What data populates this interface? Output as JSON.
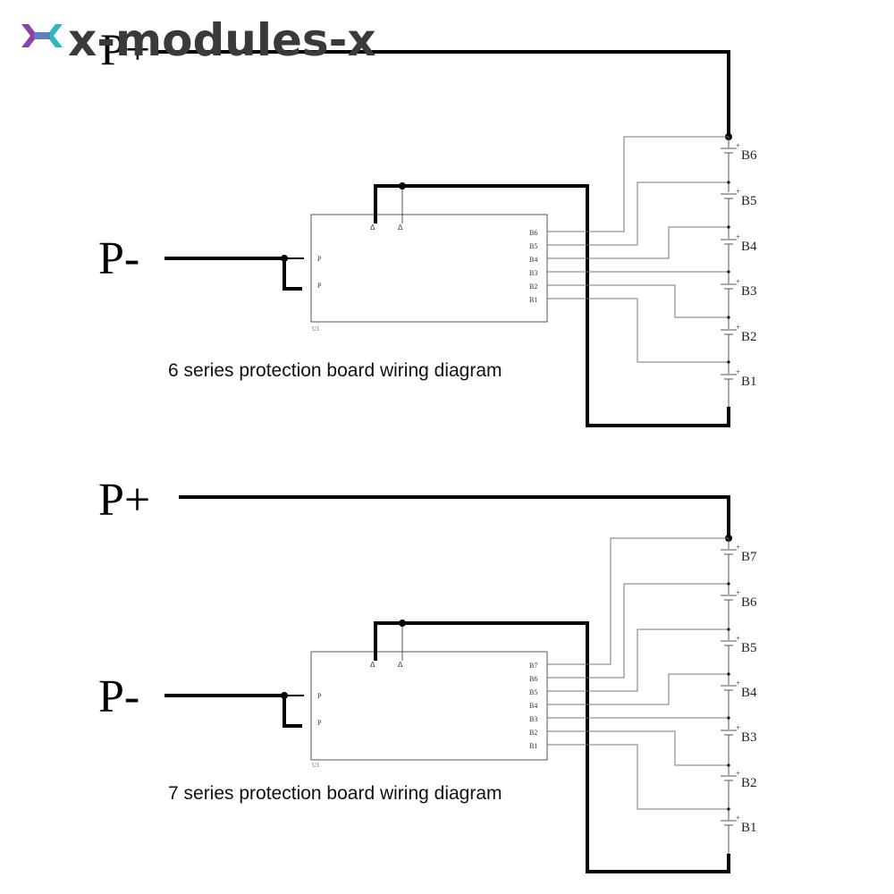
{
  "brand": {
    "name": "x-modules-x",
    "colors": {
      "left": "#8e3fa8",
      "right": "#2fb6c4",
      "text": "#3a3a3a"
    }
  },
  "diagram_colors": {
    "wire": "#000000",
    "thin_wire": "#777777",
    "board": "#555555"
  },
  "labels": {
    "p_plus": "P+",
    "p_minus": "P-",
    "board_pin_p": "P",
    "chip_designator": "U1"
  },
  "diagrams": [
    {
      "caption": "6 series protection board wiring diagram",
      "pins": [
        "B6",
        "B5",
        "B4",
        "B3",
        "B2",
        "B1"
      ],
      "cells": [
        "B6",
        "B5",
        "B4",
        "B3",
        "B2",
        "B1"
      ]
    },
    {
      "caption": "7 series protection board wiring diagram",
      "pins": [
        "B7",
        "B6",
        "B5",
        "B4",
        "B3",
        "B2",
        "B1"
      ],
      "cells": [
        "B7",
        "B6",
        "B5",
        "B4",
        "B3",
        "B2",
        "B1"
      ]
    }
  ]
}
